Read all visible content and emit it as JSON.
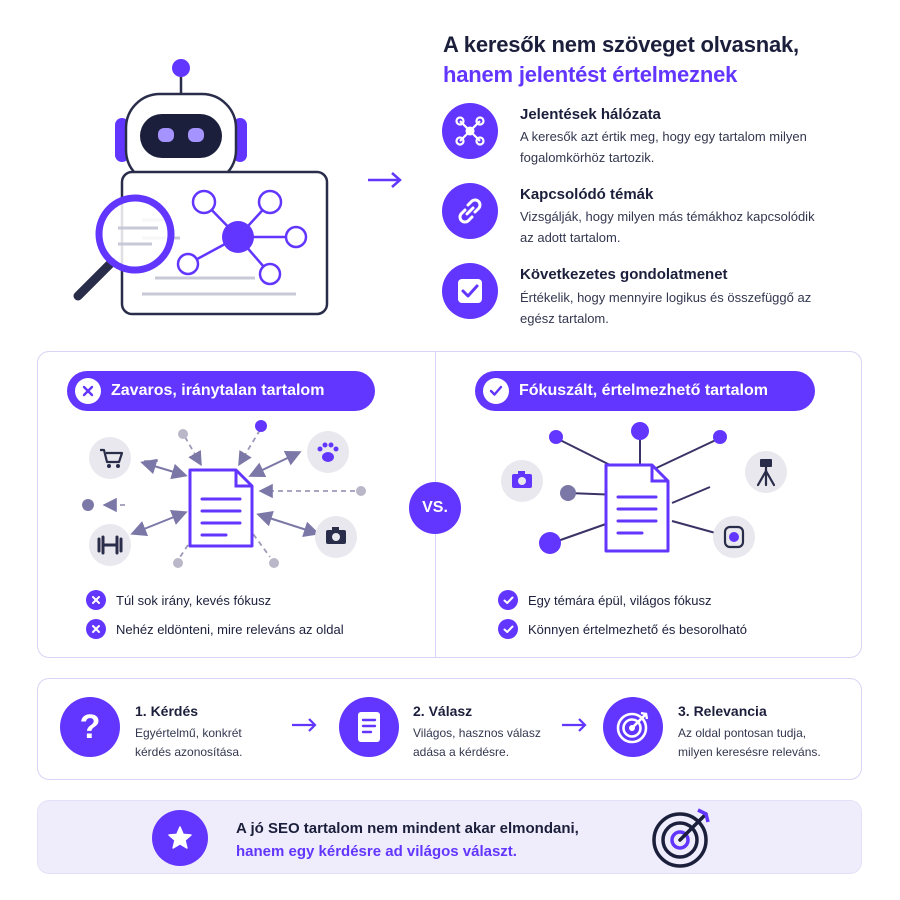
{
  "header": {
    "title_line1": "A keresők nem szöveget olvasnak,",
    "title_line2": "hanem jelentést értelmeznek"
  },
  "features": [
    {
      "title": "Jelentések hálózata",
      "desc": "A keresők azt értik meg, hogy egy tartalom milyen fogalomkörhöz tartozik.",
      "icon": "network-icon"
    },
    {
      "title": "Kapcsolódó témák",
      "desc": "Vizsgálják, hogy milyen más témákhoz kapcsolódik az adott tartalom.",
      "icon": "link-icon"
    },
    {
      "title": "Következetes gondolatmenet",
      "desc": "Értékelik, hogy mennyire logikus és összefüggő az egész tartalom.",
      "icon": "checkbox-icon"
    }
  ],
  "compare": {
    "left": {
      "title": "Zavaros, iránytalan tartalom",
      "bullets": [
        "Túl sok irány, kevés fókusz",
        "Nehéz eldönteni, mire releváns az oldal"
      ]
    },
    "vs": "VS.",
    "right": {
      "title": "Fókuszált, értelmezhető tartalom",
      "bullets": [
        "Egy témára épül, világos fókusz",
        "Könnyen értelmezhető és besorolható"
      ]
    }
  },
  "steps": [
    {
      "title": "1. Kérdés",
      "desc_line1": "Egyértelmű, konkrét",
      "desc_line2": "kérdés azonosítása.",
      "icon": "question-icon"
    },
    {
      "title": "2. Válasz",
      "desc_line1": "Világos, hasznos válasz",
      "desc_line2": "adása a kérdésre.",
      "icon": "document-icon"
    },
    {
      "title": "3. Relevancia",
      "desc_line1": "Az oldal pontosan tudja,",
      "desc_line2": "milyen keresésre releváns.",
      "icon": "target-icon"
    }
  ],
  "footer": {
    "line1": "A jó SEO tartalom nem mindent akar elmondani,",
    "line2": "hanem egy kérdésre ad világos választ."
  },
  "colors": {
    "accent": "#6236ff",
    "text": "#1b1f3b",
    "border": "#d9d3f5",
    "footer_bg": "#efedfb"
  }
}
